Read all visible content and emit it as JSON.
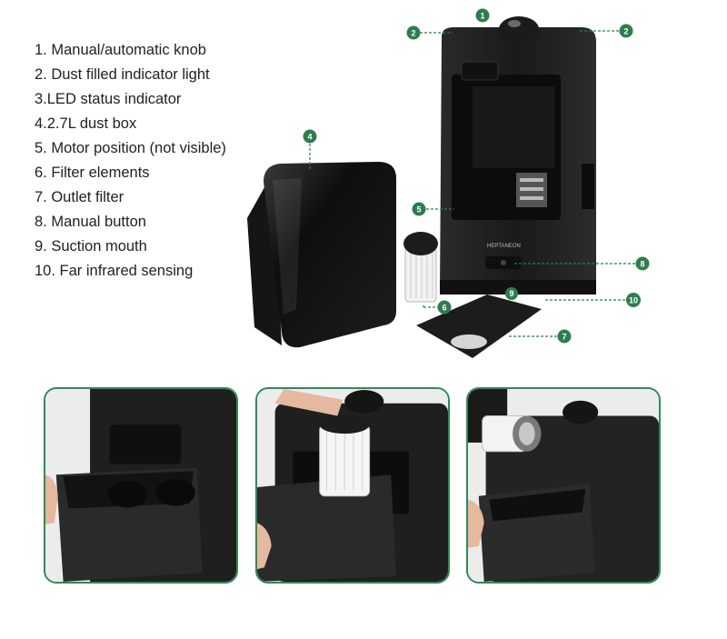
{
  "features": [
    "1. Manual/automatic knob",
    "2. Dust filled indicator light",
    "3.LED status indicator",
    "4.2.7L dust box",
    "5. Motor position (not visible)",
    "6. Filter elements",
    "7. Outlet filter",
    "8. Manual button",
    "9. Suction mouth",
    "10. Far infrared sensing"
  ],
  "callouts": [
    "1",
    "2",
    "2",
    "4",
    "5",
    "6",
    "7",
    "8",
    "9",
    "10"
  ],
  "device_label": "HEPTANEON",
  "colors": {
    "callout_green": "#2e7d4f",
    "device_black": "#1c1c1c",
    "panel_border": "#2e8b57"
  }
}
